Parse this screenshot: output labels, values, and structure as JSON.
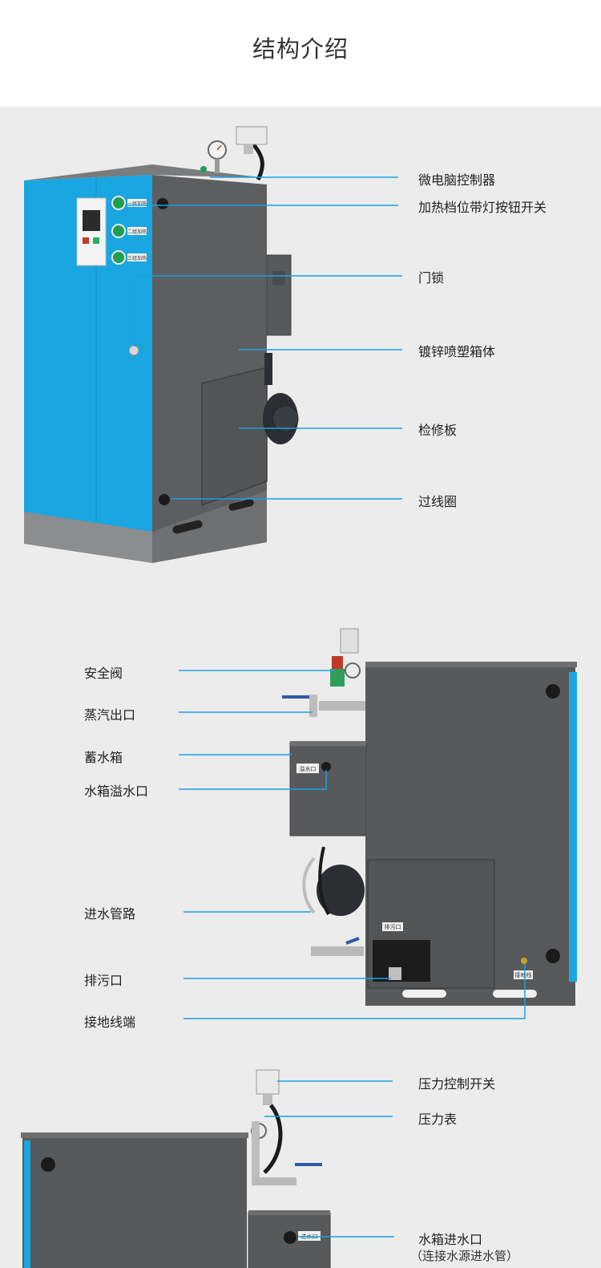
{
  "title": "结构介绍",
  "section1": {
    "labels": [
      "微电脑控制器",
      "加热档位带灯按钮开关",
      "门锁",
      "镀锌喷塑箱体",
      "检修板",
      "过线圈"
    ],
    "unit_text": {
      "button_tags": [
        "一组加热",
        "二组加热",
        "三组加热"
      ]
    }
  },
  "section2": {
    "labels": [
      "安全阀",
      "蒸汽出口",
      "蓄水箱",
      "水箱溢水口",
      "进水管路",
      "排污口",
      "接地线端"
    ],
    "unit_text": {
      "overflow_tag": "溢水口",
      "drain_tag": "排污口",
      "ground_tag": "接地线"
    }
  },
  "section3": {
    "labels": [
      "压力控制开关",
      "压力表",
      "水箱进水口"
    ],
    "note": "（连接水源进水管）",
    "unit_text": {
      "inlet_tag": "进水口"
    }
  },
  "colors": {
    "accent_line": "#1ba1e2",
    "boiler_blue": "#1aa6e0",
    "boiler_gray": "#58595b",
    "background": "#ececec"
  }
}
